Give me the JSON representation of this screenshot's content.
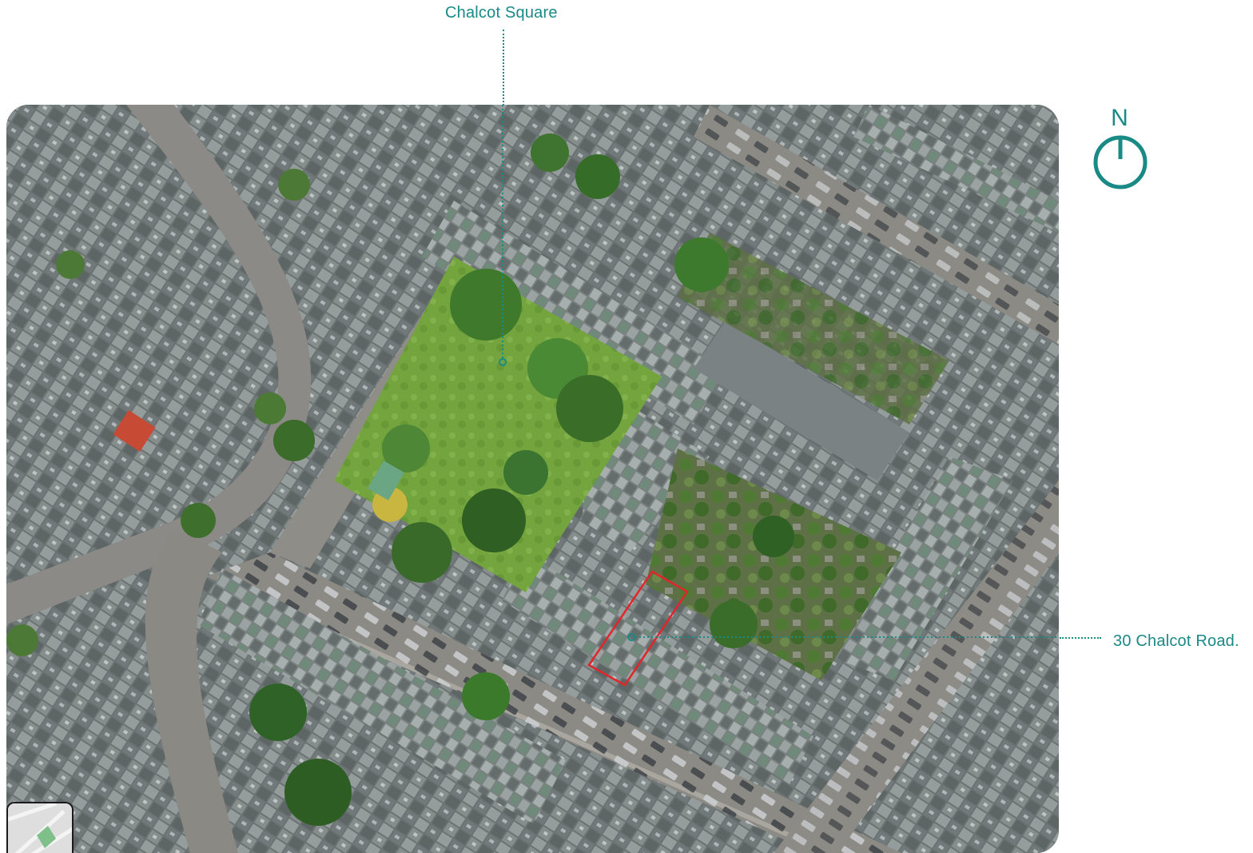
{
  "labels": {
    "square": "Chalcot Square",
    "road": "30 Chalcot Road."
  },
  "compass": {
    "letter": "N"
  },
  "icons": {
    "compass": "north-arrow-icon",
    "minimap": "minimap-icon",
    "marker": "location-dot-icon"
  },
  "colors": {
    "accent": "#1a8a86",
    "site_outline": "#e0262a"
  }
}
